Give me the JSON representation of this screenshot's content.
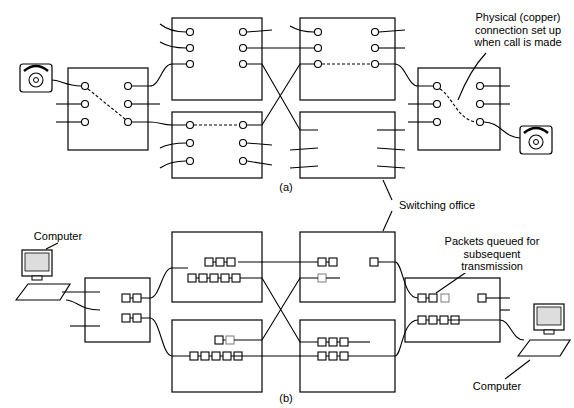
{
  "diagram": {
    "labels": [
      "Physical (copper) connection set up when call is made",
      "(a)",
      "Switching office",
      "Computer",
      "Packets queued for subsequent transmission",
      "(b)",
      "Computer"
    ]
  }
}
